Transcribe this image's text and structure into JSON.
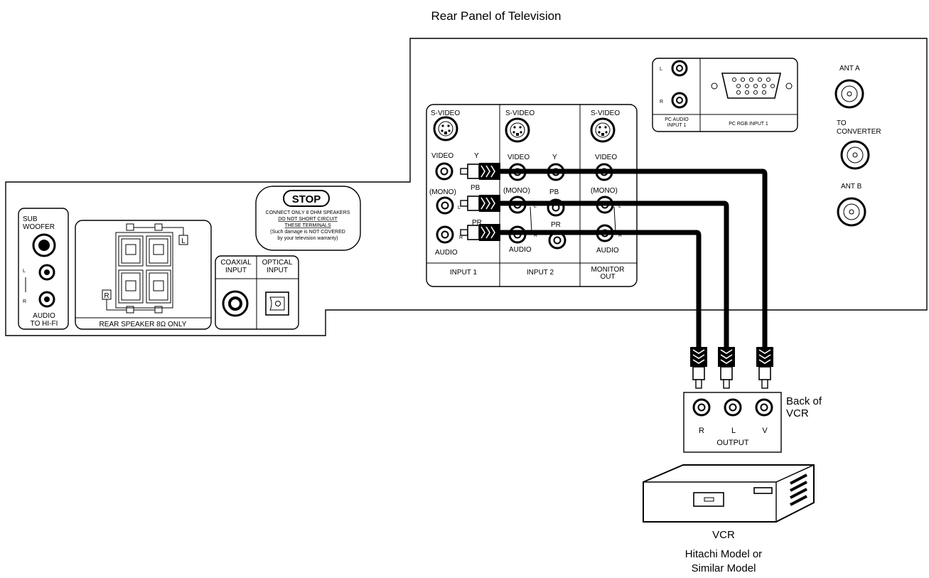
{
  "title": "Rear Panel of Television",
  "left_panel": {
    "sub_woofer": "SUB\nWOOFER",
    "audio_l": "L",
    "audio_r": "R",
    "audio_to_hifi": "AUDIO\nTO HI-FI",
    "speaker_l": "L",
    "speaker_r": "R",
    "rear_speaker": "REAR SPEAKER 8Ω ONLY",
    "coaxial_input": "COAXIAL\nINPUT",
    "optical_input": "OPTICAL\nINPUT",
    "stop_sign": "STOP",
    "warning_lines": [
      "CONNECT ONLY 8 OHM SPEAKERS",
      "DO NOT SHORT CIRCUIT",
      "THESE TERMINALS",
      "(Such damage is NOT COVERED",
      "by your television warranty)"
    ]
  },
  "input_panel": {
    "input1": "INPUT 1",
    "input2": "INPUT 2",
    "monitor_out": "MONITOR\nOUT",
    "s_video": "S-VIDEO",
    "video": "VIDEO",
    "mono": "(MONO)",
    "audio": "AUDIO",
    "y": "Y",
    "pb": "PB",
    "pr": "PR",
    "l": "L",
    "r": "R"
  },
  "pc_panel": {
    "l": "L",
    "r": "R",
    "pc_audio_input": "PC AUDIO\nINPUT 1",
    "pc_rgb_input": "PC RGB INPUT 1"
  },
  "antenna": {
    "ant_a": "ANT A",
    "to_converter": "TO\nCONVERTER",
    "ant_b": "ANT B"
  },
  "vcr_panel": {
    "back_of_vcr": "Back of\nVCR",
    "r": "R",
    "l": "L",
    "v": "V",
    "output": "OUTPUT"
  },
  "vcr": {
    "label": "VCR",
    "model": "Hitachi Model or\nSimilar Model"
  }
}
